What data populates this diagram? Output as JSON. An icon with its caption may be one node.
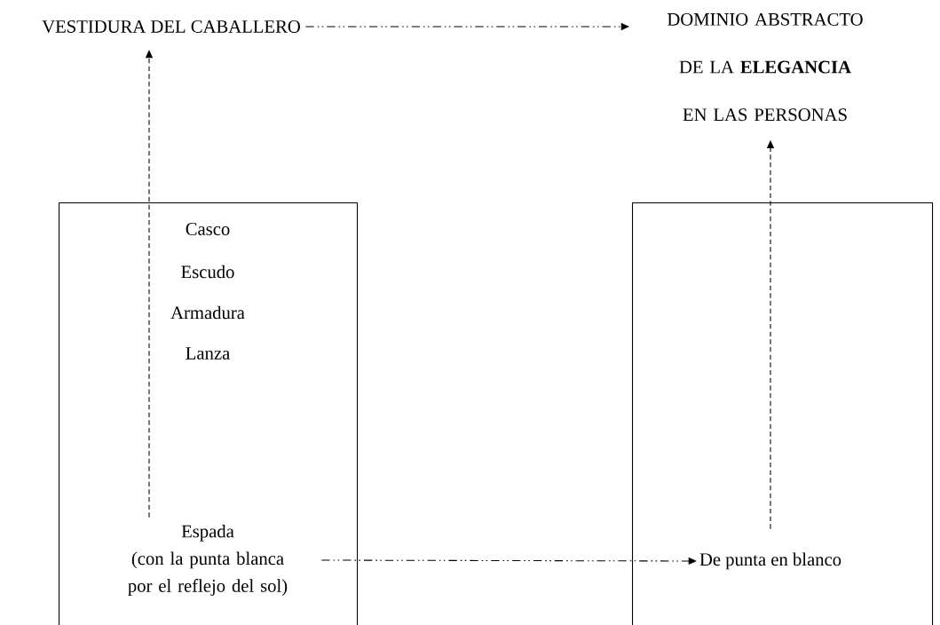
{
  "diagram": {
    "nodes": [
      {
        "text": [
          "VESTIDURA DEL CABALLERO"
        ]
      },
      {
        "text": [
          "DOMINIO ABSTRACTO DE LA **ELEGANCIA** EN LAS PERSONAS"
        ]
      },
      {
        "text": [
          "Casco",
          "Escudo",
          "Armadura",
          "Lanza"
        ]
      },
      {
        "text": [
          "Espada",
          "(con la punta blanca por el reflejo del sol)"
        ],
        "in": 2
      },
      {
        "text": [],
        "shape": "box"
      },
      {
        "text": [
          "De punta en blanco"
        ],
        "in": 4
      }
    ],
    "edges": [
      {
        "from": 3,
        "to": 0,
        "arrow": "to",
        "style": "dashed"
      },
      {
        "from": 0,
        "to": 1,
        "arrow": "to"
      },
      {
        "from": 3,
        "to": 5,
        "arrow": "to"
      },
      {
        "from": 5,
        "to": 1,
        "arrow": "to",
        "style": "dashed"
      }
    ]
  }
}
